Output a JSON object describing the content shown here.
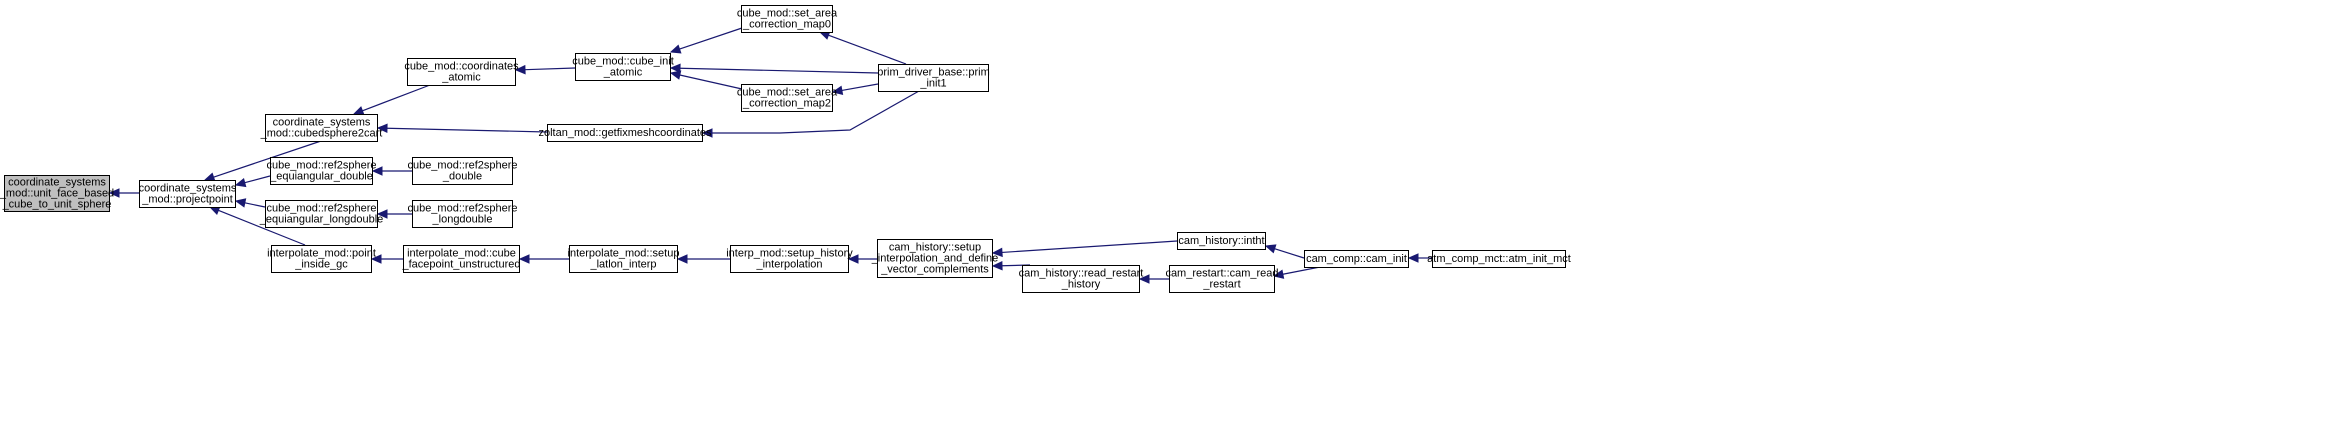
{
  "nodes": [
    {
      "id": "root",
      "lines": [
        "coordinate_systems",
        "_mod::unit_face_based",
        "_cube_to_unit_sphere"
      ]
    },
    {
      "id": "projectpoint",
      "lines": [
        "coordinate_systems",
        "_mod::projectpoint"
      ]
    },
    {
      "id": "cubedsphere2cart",
      "lines": [
        "coordinate_systems",
        "_mod::cubedsphere2cart"
      ]
    },
    {
      "id": "ref2sphere_eq_double",
      "lines": [
        "cube_mod::ref2sphere",
        "_equiangular_double"
      ]
    },
    {
      "id": "ref2sphere_eq_longdouble",
      "lines": [
        "cube_mod::ref2sphere",
        "_equiangular_longdouble"
      ]
    },
    {
      "id": "point_inside_gc",
      "lines": [
        "interpolate_mod::point",
        "_inside_gc"
      ]
    },
    {
      "id": "coordinates_atomic",
      "lines": [
        "cube_mod::coordinates",
        "_atomic"
      ]
    },
    {
      "id": "getfixmeshcoordinates",
      "lines": [
        "zoltan_mod::getfixmeshcoordinates"
      ]
    },
    {
      "id": "ref2sphere_double",
      "lines": [
        "cube_mod::ref2sphere",
        "_double"
      ]
    },
    {
      "id": "ref2sphere_longdouble",
      "lines": [
        "cube_mod::ref2sphere",
        "_longdouble"
      ]
    },
    {
      "id": "cube_facepoint_unstructured",
      "lines": [
        "interpolate_mod::cube",
        "_facepoint_unstructured"
      ]
    },
    {
      "id": "cube_init_atomic",
      "lines": [
        "cube_mod::cube_init",
        "_atomic"
      ]
    },
    {
      "id": "setup_latlon_interp",
      "lines": [
        "interpolate_mod::setup",
        "_latlon_interp"
      ]
    },
    {
      "id": "set_area_correction_map0",
      "lines": [
        "cube_mod::set_area",
        "_correction_map0"
      ]
    },
    {
      "id": "set_area_correction_map2",
      "lines": [
        "cube_mod::set_area",
        "_correction_map2"
      ]
    },
    {
      "id": "setup_history_interpolation",
      "lines": [
        "interp_mod::setup_history",
        "_interpolation"
      ]
    },
    {
      "id": "prim_init1",
      "lines": [
        "prim_driver_base::prim",
        "_init1"
      ]
    },
    {
      "id": "cam_history_setup",
      "lines": [
        "cam_history::setup",
        "_interpolation_and_define",
        "_vector_complements"
      ]
    },
    {
      "id": "intht",
      "lines": [
        "cam_history::intht"
      ]
    },
    {
      "id": "read_restart_history",
      "lines": [
        "cam_history::read_restart",
        "_history"
      ]
    },
    {
      "id": "cam_read_restart",
      "lines": [
        "cam_restart::cam_read",
        "_restart"
      ]
    },
    {
      "id": "cam_init",
      "lines": [
        "cam_comp::cam_init"
      ]
    },
    {
      "id": "atm_init_mct",
      "lines": [
        "atm_comp_mct::atm_init_mct"
      ]
    }
  ],
  "edges": [
    {
      "from": "projectpoint",
      "to": "root"
    },
    {
      "from": "cubedsphere2cart",
      "to": "projectpoint"
    },
    {
      "from": "ref2sphere_eq_double",
      "to": "projectpoint"
    },
    {
      "from": "ref2sphere_eq_longdouble",
      "to": "projectpoint"
    },
    {
      "from": "point_inside_gc",
      "to": "projectpoint"
    },
    {
      "from": "coordinates_atomic",
      "to": "cubedsphere2cart"
    },
    {
      "from": "getfixmeshcoordinates",
      "to": "cubedsphere2cart"
    },
    {
      "from": "ref2sphere_double",
      "to": "ref2sphere_eq_double"
    },
    {
      "from": "ref2sphere_longdouble",
      "to": "ref2sphere_eq_longdouble"
    },
    {
      "from": "cube_facepoint_unstructured",
      "to": "point_inside_gc"
    },
    {
      "from": "cube_init_atomic",
      "to": "coordinates_atomic"
    },
    {
      "from": "prim_init1",
      "to": "getfixmeshcoordinates"
    },
    {
      "from": "setup_latlon_interp",
      "to": "cube_facepoint_unstructured"
    },
    {
      "from": "set_area_correction_map0",
      "to": "cube_init_atomic"
    },
    {
      "from": "prim_init1",
      "to": "cube_init_atomic"
    },
    {
      "from": "set_area_correction_map2",
      "to": "cube_init_atomic"
    },
    {
      "from": "prim_init1",
      "to": "set_area_correction_map0"
    },
    {
      "from": "prim_init1",
      "to": "set_area_correction_map2"
    },
    {
      "from": "setup_history_interpolation",
      "to": "setup_latlon_interp"
    },
    {
      "from": "cam_history_setup",
      "to": "setup_history_interpolation"
    },
    {
      "from": "intht",
      "to": "cam_history_setup"
    },
    {
      "from": "read_restart_history",
      "to": "cam_history_setup"
    },
    {
      "from": "cam_init",
      "to": "intht"
    },
    {
      "from": "cam_read_restart",
      "to": "read_restart_history"
    },
    {
      "from": "cam_init",
      "to": "cam_read_restart"
    },
    {
      "from": "atm_init_mct",
      "to": "cam_init"
    }
  ]
}
